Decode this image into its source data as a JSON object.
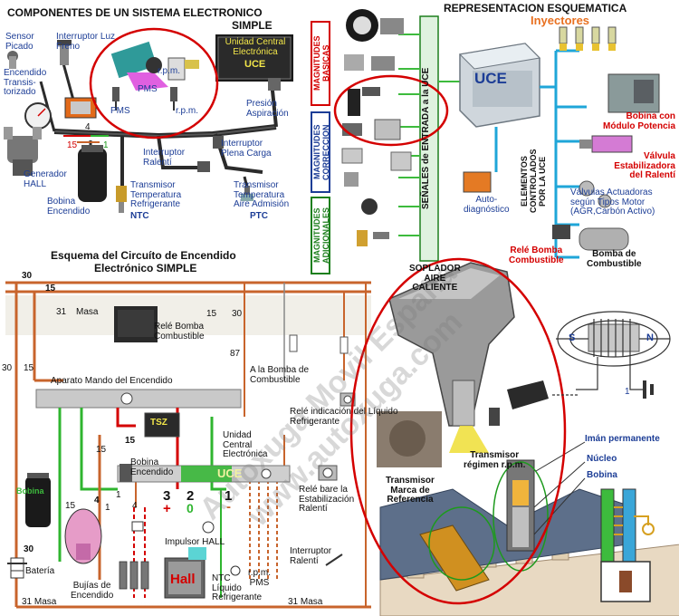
{
  "top_left": {
    "title_line1": "COMPONENTES DE UN SISTEMA ELECTRONICO",
    "title_line2": "SIMPLE",
    "labels": {
      "sensor_picado": "Sensor\nPicado",
      "interruptor_luz_freno": "Interruptor Luz\nFreno",
      "encendido_transistorizado": "Encendido\nTransis-\ntorizado",
      "uce_unit": "Unidad Central\nElectrónica",
      "uce": "UCE",
      "rpm_top": "r.p.m.",
      "pms_a": "PMS",
      "pms_b": "PMS",
      "rpm_b": "r.p.m.",
      "presion_aspiracion": "Presión\nAspiración",
      "num_15": "15",
      "num_4": "4",
      "num_1": "1",
      "generador_hall": "Generador\nHALL",
      "interruptor_ralenti": "Interruptor\nRalentí",
      "interruptor_plena_carga": "Interruptor\nPlena Carga",
      "bobina_encendido": "Bobina\nEncendido",
      "transmisor_refrigerante": "Transmisor\nTemperatura\nRefrigerante",
      "ntc": "NTC",
      "transmisor_aire": "Transmisor\nTemperatura\nAire Admisión",
      "ptc": "PTC"
    }
  },
  "top_right": {
    "title": "REPRESENTACION ESQUEMATICA",
    "inyectores": "Inyectores",
    "uce": "UCE",
    "magnitudes_basicas": "MAGNITUDES\nBASICAS",
    "magnitudes_correccion": "MAGNITUDES\nCORRECCION",
    "magnitudes_adicionales": "MAGNITUDES\nADICIONALES",
    "senales_entrada": "SEÑALES de ENTRADA a la UCE",
    "elementos_controlados": "ELEMENTOS\nCONTROLADOS\nPOR LA UCE",
    "auto_diagnostico": "Auto-\ndiagnóstico",
    "bobina_modulo": "Bobina con\nMódulo Potencia",
    "valvula_estabilizadora": "Válvula\nEstabilizadora\ndel Ralentí",
    "valvulas_actuadoras": "Válvulas Actuadoras\nsegún Tipos Motor\n(AGR,Carbón Activo)",
    "rele_bomba": "Relé Bomba\nCombustible",
    "bomba_combustible": "Bomba de\nCombustible"
  },
  "bottom_left": {
    "title_line1": "Esquema del Circuíto de Encendido",
    "title_line2": "Electrónico SIMPLE",
    "labels": {
      "n30_top": "30",
      "n15_top": "15",
      "n31_masa": "31",
      "masa": "Masa",
      "n15_b": "15",
      "n30_b": "30",
      "rele_bomba": "Relé Bomba\nCombustible",
      "n87": "87",
      "n30_left": "30",
      "n15_left": "15",
      "aparato_mando": "Aparato Mando del Encendido",
      "a_la_bomba": "A la Bomba de\nCombustible",
      "rele_liquido": "Relé indicación del Líquido\nRefrigerante",
      "tsz": "TSZ",
      "n15_c": "15",
      "n15_d": "15",
      "unidad_central": "Unidad\nCentral\nElectrónica",
      "uce": "UCE",
      "bobina_encendido": "Bobina\nEncendido",
      "bobina_side": "Bobina",
      "n15_e": "15",
      "n4": "4",
      "n1_a": "1",
      "n1_b": "1",
      "n4_b": "4",
      "n3": "3",
      "n2": "2",
      "n1_c": "1",
      "plus": "+",
      "zero": "0",
      "minus": "-",
      "rele_estabilizacion": "Relé bare la\nEstabilización\nRalentí",
      "n30_bat": "30",
      "bateria": "Batería",
      "bujias": "Bujías de\nEncendido",
      "impulsor_hall": "Impulsor HALL",
      "hall": "Hall",
      "ntc_liquido": "NTC\nLíquido\nRefrigerante",
      "rpm_pms": "r.p.m.\nPMS",
      "interruptor_ralenti": "Interruptor\nRalentí",
      "masa_bottom_left": "31 Masa",
      "masa_bottom_right": "31 Masa"
    }
  },
  "bottom_right": {
    "soplador": "SOPLADOR\nAIRE\nCALIENTE",
    "s": "S",
    "n": "N",
    "one": "1",
    "iman_permanente": "Imán permanente",
    "transmisor_regimen": "Transmisor\nrégimen r.p.m.",
    "nucleo": "Núcleo",
    "bobina": "Bobina",
    "transmisor_marca": "Transmisor\nMarca de\nReferencia"
  },
  "watermark": "Autoxuga Movil España www.autoxuga.com",
  "colors": {
    "title_blue": "#1c3d96",
    "accent_red": "#d40000",
    "wire_brown": "#c8642c",
    "wire_green": "#2fb52f",
    "wire_red": "#d40000",
    "uce_green": "#2fb52f",
    "highlight_circle": "#d40000",
    "mag_green": "#1d7f1d",
    "uce_cyan": "#1fa6d8"
  }
}
